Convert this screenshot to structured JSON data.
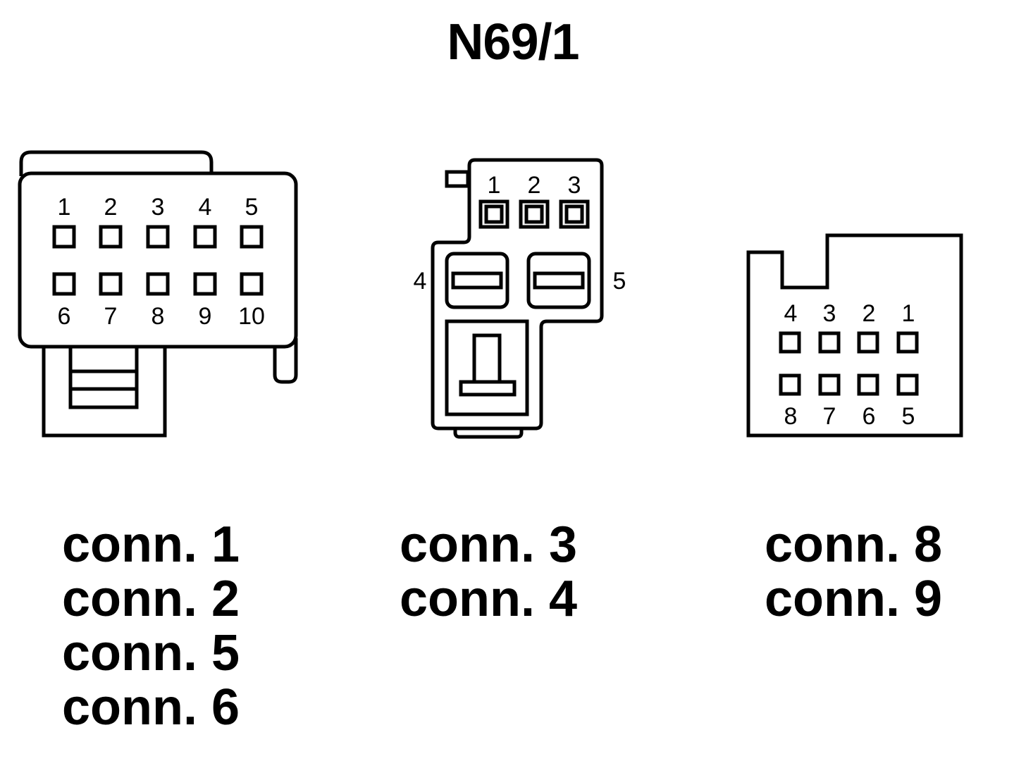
{
  "title": "N69/1",
  "left_connector": {
    "pins_top": [
      "1",
      "2",
      "3",
      "4",
      "5"
    ],
    "pins_bottom": [
      "6",
      "7",
      "8",
      "9",
      "10"
    ],
    "labels": [
      "conn. 1",
      "conn. 2",
      "conn. 5",
      "conn. 6"
    ]
  },
  "middle_connector": {
    "pins_top": [
      "1",
      "2",
      "3"
    ],
    "pin_left": "4",
    "pin_right": "5",
    "labels": [
      "conn. 3",
      "conn. 4"
    ]
  },
  "right_connector": {
    "pins_top": [
      "4",
      "3",
      "2",
      "1"
    ],
    "pins_bottom": [
      "8",
      "7",
      "6",
      "5"
    ],
    "labels": [
      "conn. 8",
      "conn. 9"
    ]
  }
}
